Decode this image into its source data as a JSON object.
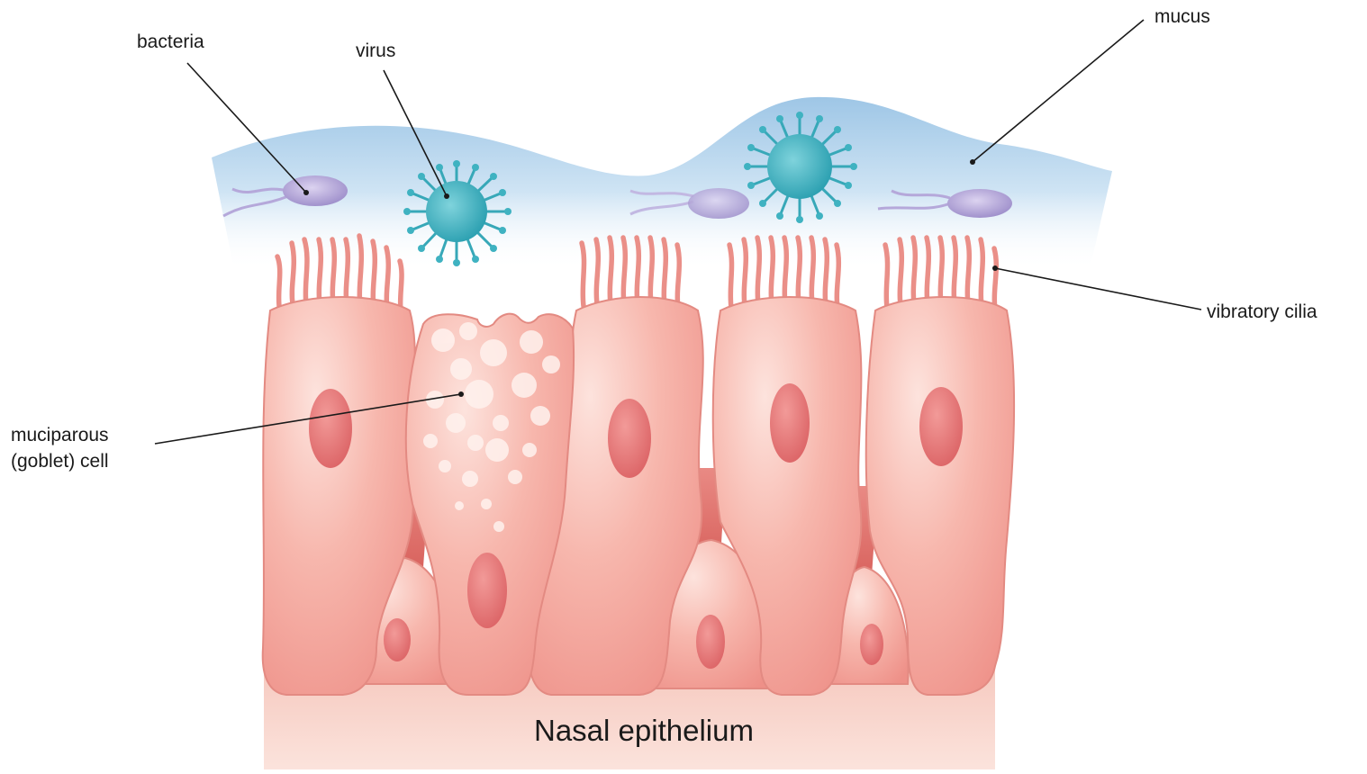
{
  "labels": {
    "bacteria": "bacteria",
    "virus": "virus",
    "mucus": "mucus",
    "vibratory_cilia": "vibratory cilia",
    "goblet_line1": "muciparous",
    "goblet_line2": "(goblet) cell"
  },
  "title": "Nasal epithelium",
  "colors": {
    "mucus": "#a9cdea",
    "cell": "#f4aaa0",
    "cell_edge": "#e07e76",
    "nucleus": "#e8787a",
    "virus": "#3fb2c1",
    "bacteria": "#a99ad0",
    "base": "#f9d8cf",
    "leader": "#1a1a1a"
  }
}
